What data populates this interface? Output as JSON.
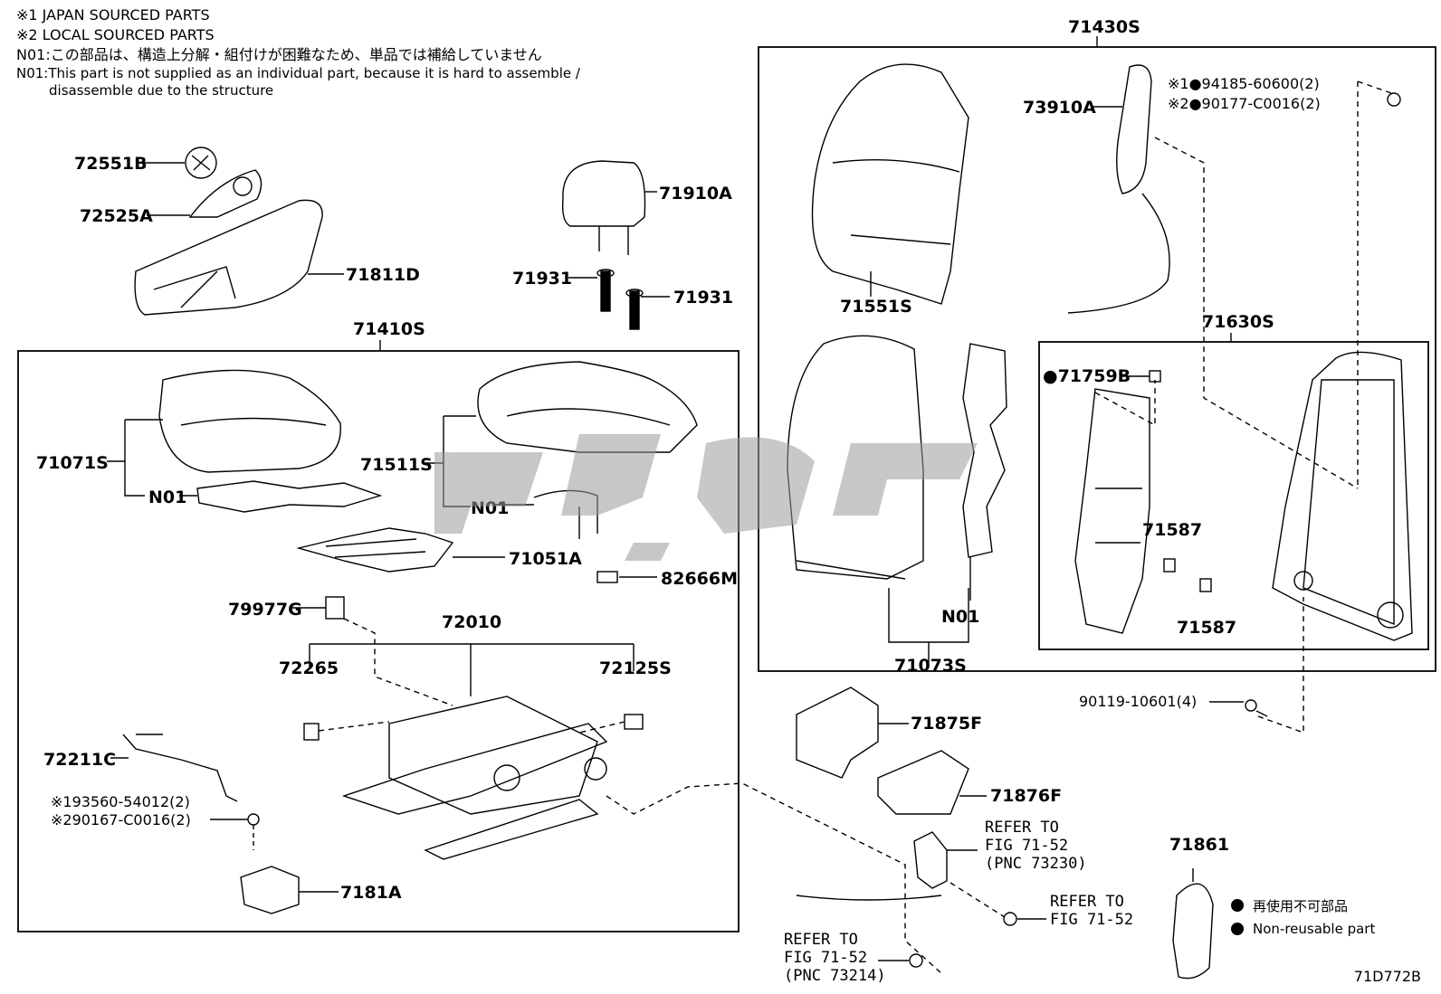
{
  "notes": {
    "line1": "※1 JAPAN SOURCED PARTS",
    "line2": "※2 LOCAL SOURCED PARTS",
    "line3": "N01:この部品は、構造上分解・組付けが困難なため、単品では補給していません",
    "line4": "N01:This part is not supplied as an individual part, because it is hard to assemble /",
    "line5": "disassemble due to the structure"
  },
  "labels": {
    "p72551B": "72551B",
    "p72525A": "72525A",
    "p71811D": "71811D",
    "p71910A": "71910A",
    "p71931a": "71931",
    "p71931b": "71931",
    "p71410S": "71410S",
    "p71071S": "71071S",
    "pN01a": "N01",
    "p71511S": "71511S",
    "pN01b": "N01",
    "p71051A": "71051A",
    "p82666M": "82666M",
    "p79977G": "79977G",
    "p72010": "72010",
    "p72265": "72265",
    "p72125S": "72125S",
    "p72211C": "72211C",
    "p93560": "※193560-54012(2)",
    "p90167": "※290167-C0016(2)",
    "p7181A": "7181A",
    "p71430S": "71430S",
    "p73910A": "73910A",
    "p94185": "※1●94185-60600(2)",
    "p90177": "※2●90177-C0016(2)",
    "p71551S": "71551S",
    "p71630S": "71630S",
    "p71759B": "●71759B",
    "p71587a": "71587",
    "p71587b": "71587",
    "pN01c": "N01",
    "p71073S": "71073S",
    "p90119": "90119-10601(4)",
    "p71875F": "71875F",
    "p71876F": "71876F",
    "p71861": "71861"
  },
  "refs": {
    "ref1_l1": "REFER TO",
    "ref1_l2": "FIG 71-52",
    "ref1_l3": "(PNC 73230)",
    "ref2_l1": "REFER TO",
    "ref2_l2": "FIG 71-52",
    "ref3_l1": "REFER TO",
    "ref3_l2": "FIG 71-52",
    "ref3_l3": "(PNC 73214)"
  },
  "legend": {
    "jp": "再使用不可部品",
    "en": "Non-reusable part"
  },
  "code": "71D772B"
}
